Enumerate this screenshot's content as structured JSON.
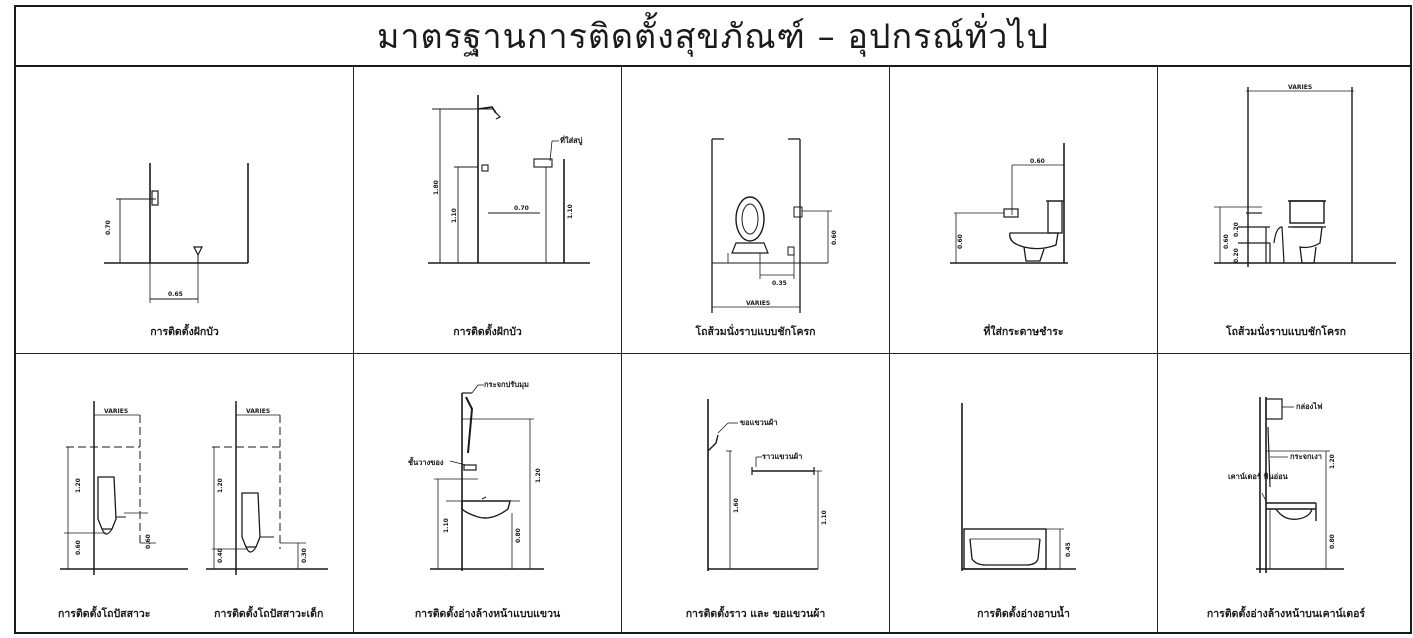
{
  "title": "มาตรฐานการติดตั้งสุขภัณฑ์ – อุปกรณ์ทั่วไป",
  "row1": [
    {
      "caption": "การติดตั้งฝักบัว",
      "dims": [
        "0.70",
        "0.65"
      ]
    },
    {
      "caption": "การติดตั้งฝักบัว",
      "dims": [
        "1.80",
        "1.10",
        "0.70",
        "1.10"
      ],
      "note": "ที่ใส่สบู่"
    },
    {
      "caption": "โถส้วมนั่งราบแบบชักโครก",
      "dims": [
        "0.60",
        "0.35"
      ],
      "varies": "VARIES"
    },
    {
      "caption": "ที่ใส่กระดาษชำระ",
      "dims": [
        "0.60",
        "0.60"
      ]
    },
    {
      "caption": "โถส้วมนั่งราบแบบชักโครก",
      "dims": [
        "0.60",
        "0.20",
        "0.20"
      ],
      "varies": "VARIES"
    }
  ],
  "row2": [
    {
      "caption_left": "การติดตั้งโถปัสสาวะ",
      "caption_right": "การติดตั้งโถปัสสาวะเด็ก",
      "dims_left": [
        "1.20",
        "0.60",
        "0.60"
      ],
      "dims_right": [
        "1.20",
        "0.40",
        "0.30"
      ],
      "varies": "VARIES"
    },
    {
      "caption": "การติดตั้งอ่างล้างหน้าแบบแขวน",
      "dims": [
        "1.20",
        "1.10",
        "0.80"
      ],
      "note_top": "กระจกปรับมุม",
      "note_left": "ชั้นวางของ"
    },
    {
      "caption": "การติดตั้งราว และ ขอแขวนผ้า",
      "dims": [
        "1.60",
        "1.10"
      ],
      "note_top": "ขอแขวนผ้า",
      "note_mid": "ราวแขวนผ้า"
    },
    {
      "caption": "การติดตั้งอ่างอาบน้ำ",
      "dims": [
        "0.45"
      ]
    },
    {
      "caption": "การติดตั้งอ่างล้างหน้าบนเคาน์เตอร์",
      "dims": [
        "1.20",
        "0.80"
      ],
      "note_top": "กล่องไฟ",
      "note_mid": "กระจกเงา",
      "note_left": "เคาน์เตอร์ หินอ่อน"
    }
  ]
}
